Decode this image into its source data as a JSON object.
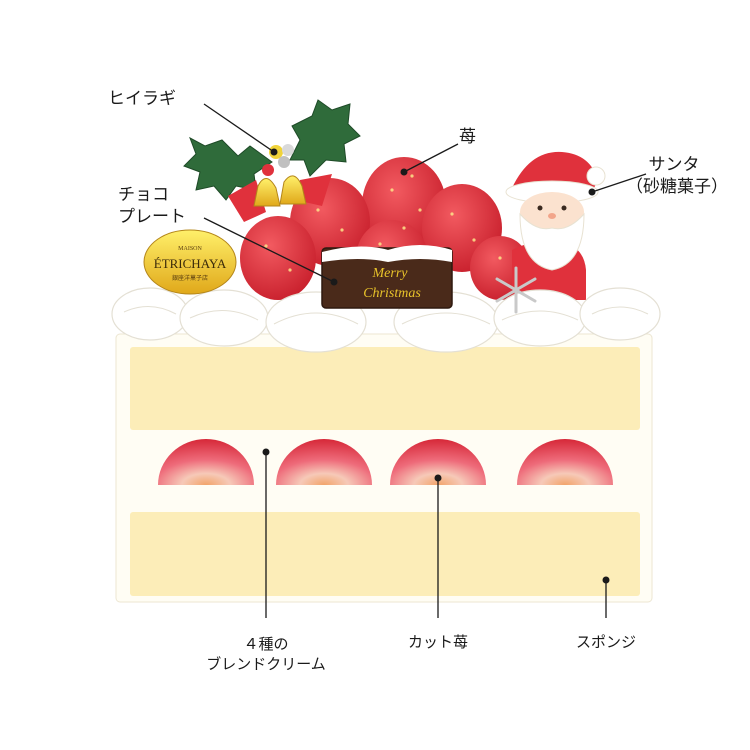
{
  "labels": {
    "holly": "ヒイラギ",
    "strawberry": "苺",
    "santa": "サンタ",
    "santa_note": "（砂糖菓子）",
    "choco_line1": "チョコ",
    "choco_line2": "プレート",
    "cream_line1": "４種の",
    "cream_line2": "ブレンドクリーム",
    "cut_strawberry": "カット苺",
    "sponge": "スポンジ"
  },
  "plate": {
    "line1": "Merry",
    "line2": "Christmas"
  },
  "badge": {
    "top": "MAISON",
    "brand": "ÉTRICHAYA",
    "sub": "銀座洋菓子店"
  },
  "colors": {
    "sponge": "#fcedb8",
    "cream": "#fffdf4",
    "strawberry": "#e0313c",
    "holly": "#2f6b3a",
    "chocolate": "#4a2a1a",
    "gold": "#e8c32a"
  }
}
